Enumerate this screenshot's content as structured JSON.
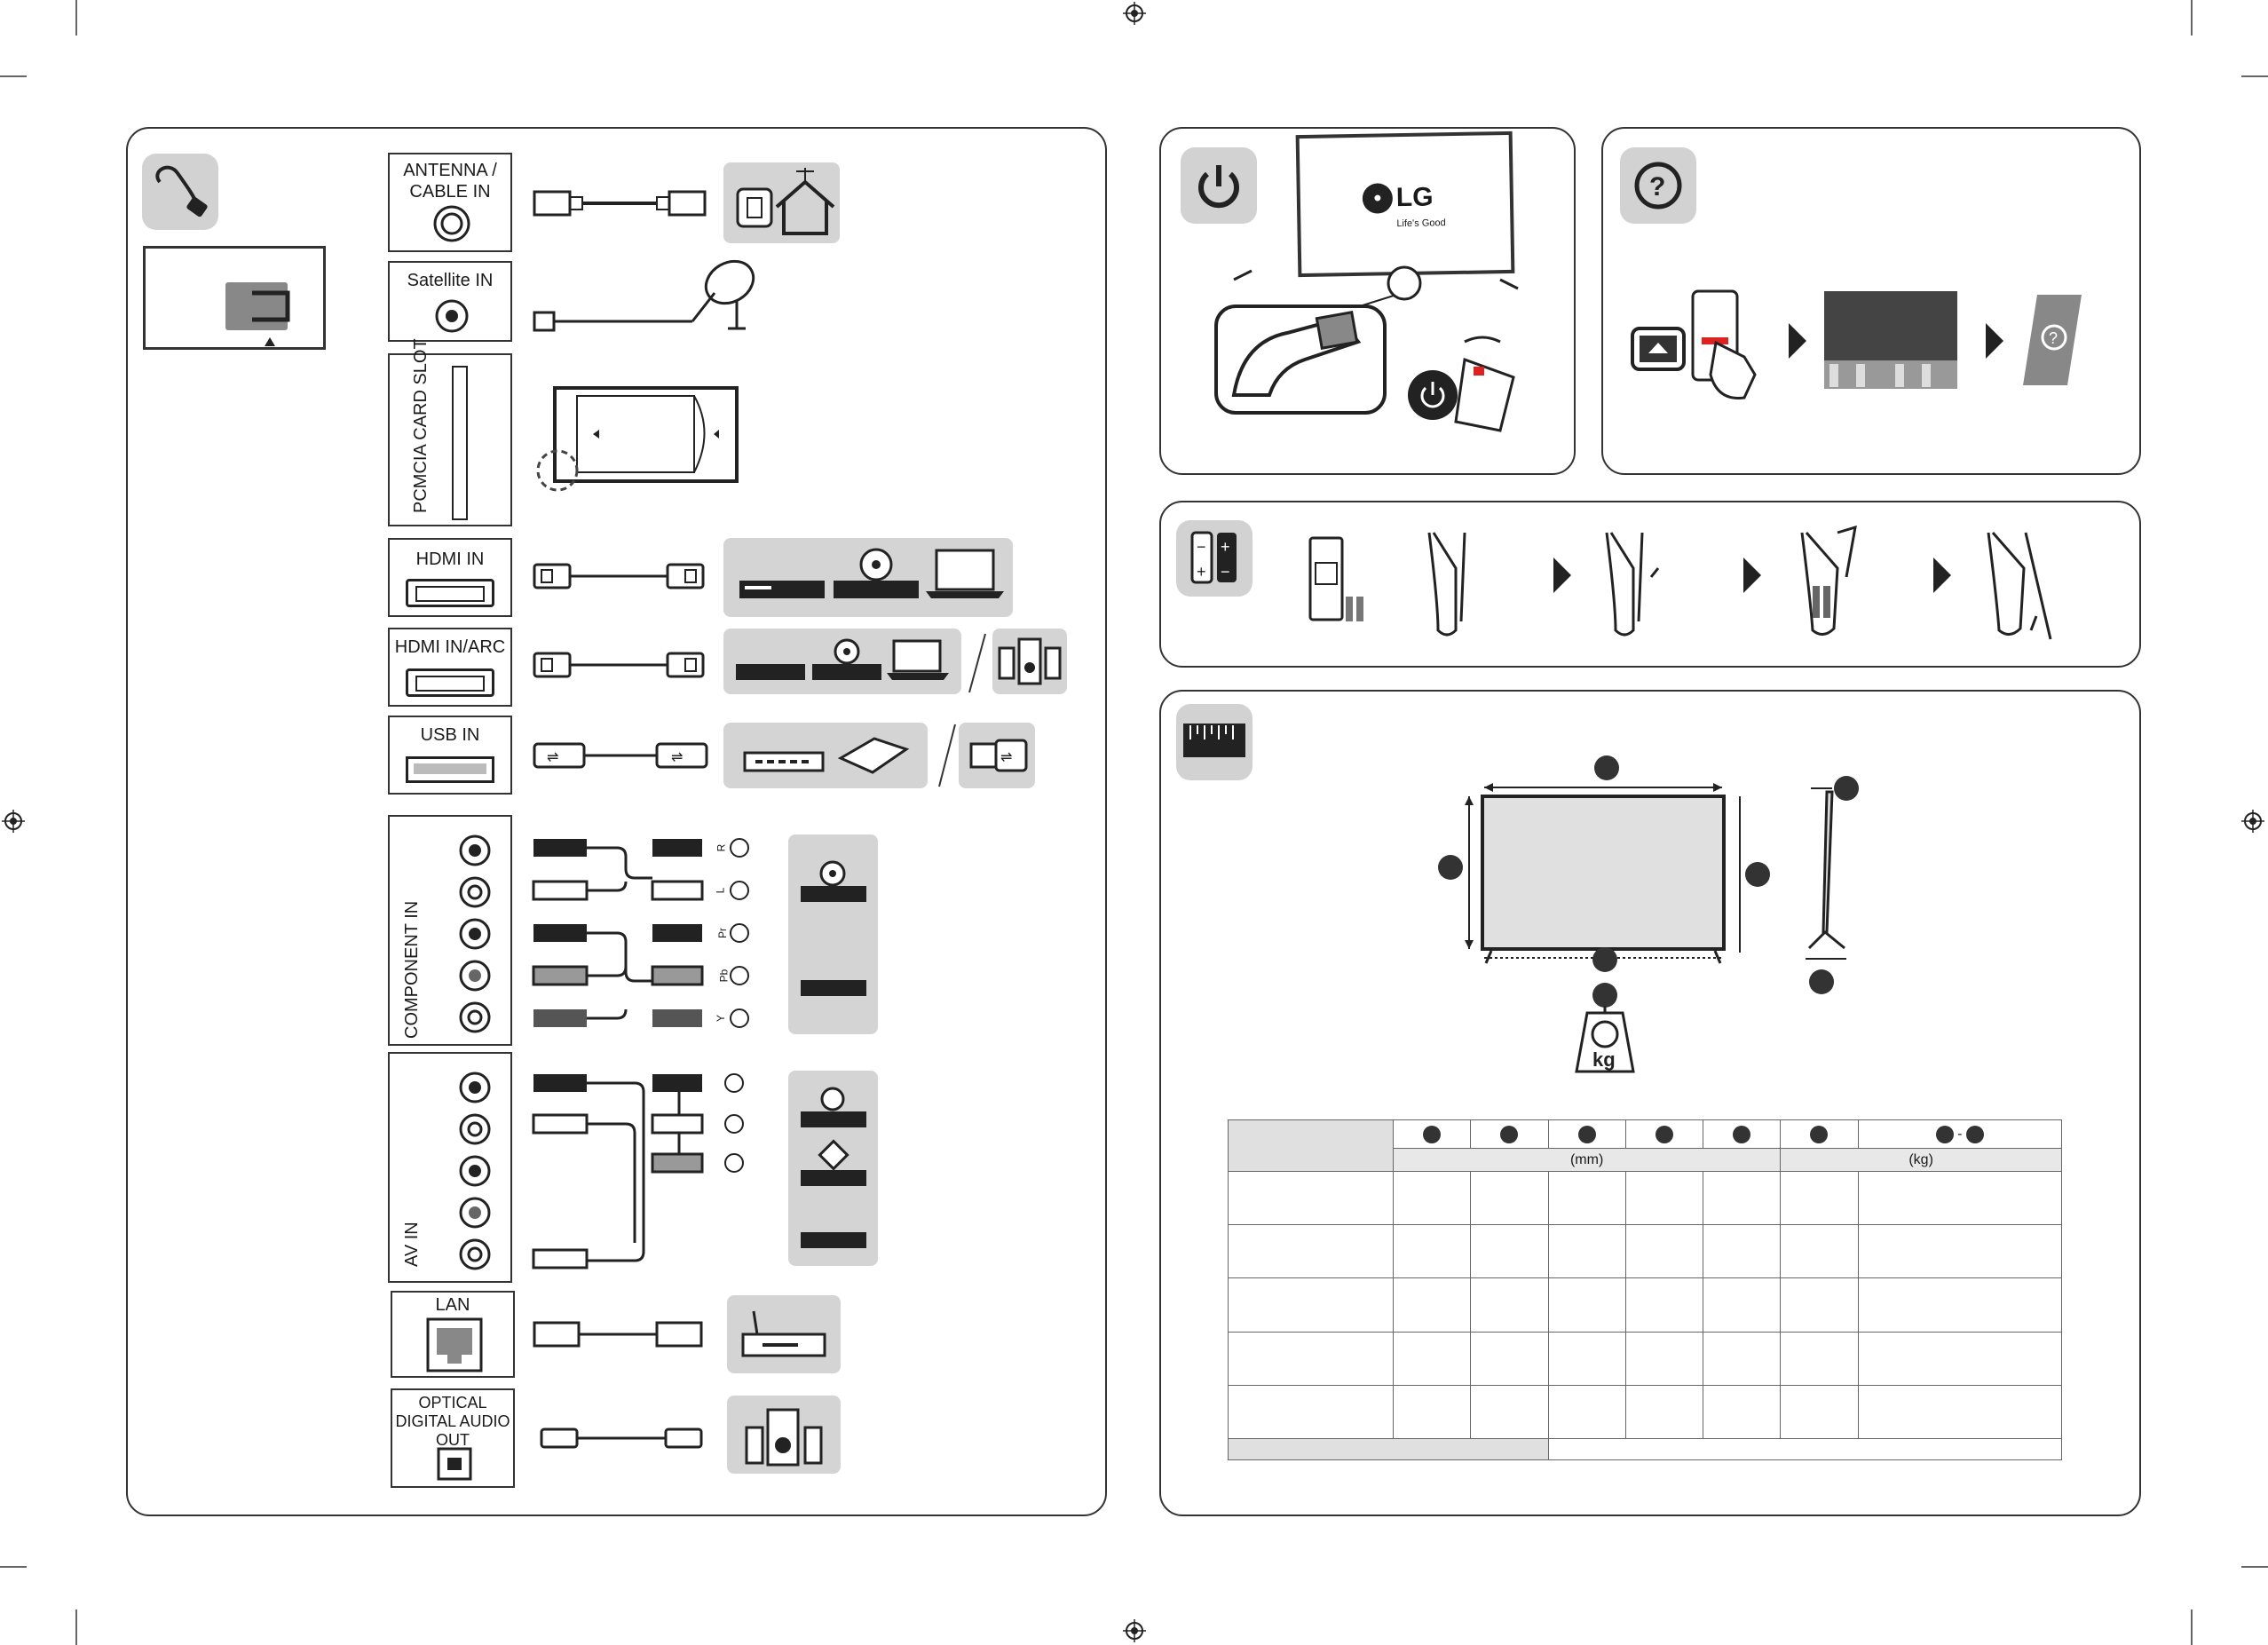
{
  "connections": {
    "antenna_label": "ANTENNA / CABLE IN",
    "satellite_label": "Satellite IN",
    "pcmcia_label": "PCMCIA CARD SLOT",
    "hdmi_label": "HDMI IN",
    "hdmi_arc_label": "HDMI IN/ARC",
    "usb_label": "USB IN",
    "component_label": "COMPONENT IN",
    "component_jacks": [
      "R",
      "L",
      "Pr",
      "Pb",
      "Y"
    ],
    "av_label": "AV IN",
    "lan_label": "LAN",
    "optical_label": "OPTICAL DIGITAL AUDIO OUT"
  },
  "power": {
    "brand": "LG",
    "slogan": "Life's Good"
  },
  "dimensions": {
    "units_mm": "(mm)",
    "units_kg": "(kg)",
    "scale_unit": "kg"
  },
  "colors": {
    "icon_bg": "#d2d2d2",
    "device_zone": "#d4d4d4",
    "outline": "#333333"
  }
}
